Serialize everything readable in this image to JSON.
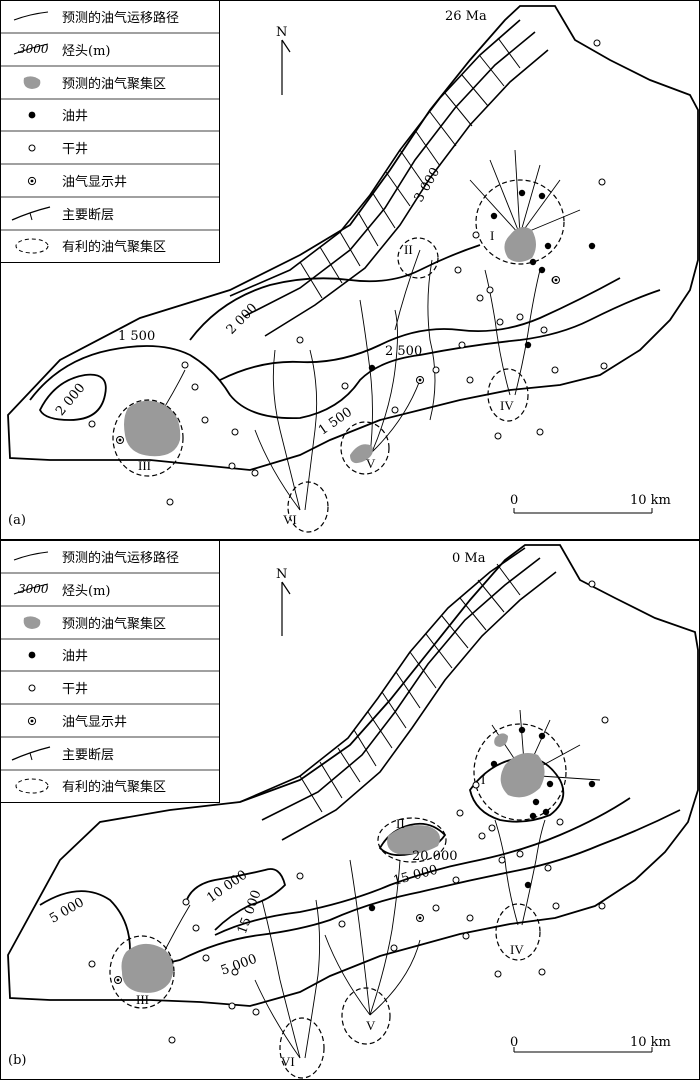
{
  "legend": {
    "items": [
      {
        "key": "path",
        "label": "预测的油气运移路径"
      },
      {
        "key": "contour",
        "label": "烃头(m)",
        "sample": "3000"
      },
      {
        "key": "area",
        "label": "预测的油气聚集区"
      },
      {
        "key": "oil",
        "label": "油井"
      },
      {
        "key": "dry",
        "label": "干井"
      },
      {
        "key": "show",
        "label": "油气显示井"
      },
      {
        "key": "fault",
        "label": "主要断层"
      },
      {
        "key": "zone",
        "label": "有利的油气聚集区"
      }
    ]
  },
  "north": "N",
  "scale": {
    "start": "0",
    "end": "10 km"
  },
  "zones": [
    "I",
    "II",
    "III",
    "IV",
    "V",
    "VI"
  ],
  "panel_a": {
    "label": "(a)",
    "time": "26 Ma",
    "contours": [
      "1 500",
      "2 000",
      "2 000",
      "2 500",
      "1 500",
      "3 000"
    ]
  },
  "panel_b": {
    "label": "(b)",
    "time": "0 Ma",
    "contours": [
      "5 000",
      "10 000",
      "15 000",
      "5 000",
      "15 000",
      "20 000"
    ]
  },
  "colors": {
    "area": "#9a9a9a",
    "line": "#000000"
  }
}
